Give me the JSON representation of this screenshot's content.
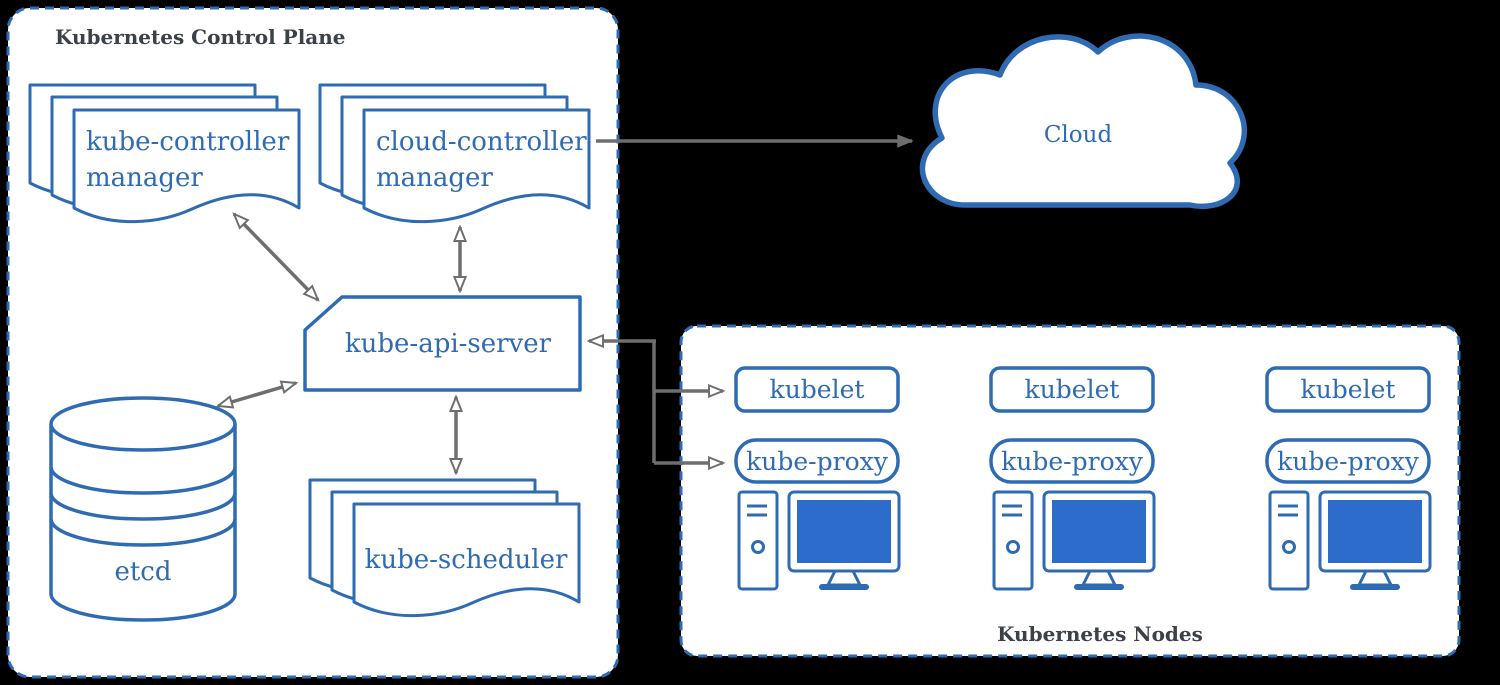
{
  "colors": {
    "diagram_blue": "#2f6bb3",
    "screen_fill_blue": "#2e6ccb",
    "arrow_gray": "#6e6e6e",
    "title_dark": "#3c4048",
    "background": "#000000",
    "shape_fill": "#ffffff"
  },
  "control_plane": {
    "title": "Kubernetes Control Plane",
    "kube_controller_manager": {
      "line1": "kube-controller",
      "line2": "manager"
    },
    "cloud_controller_manager": {
      "line1": "cloud-controller",
      "line2": "manager"
    },
    "kube_api_server": {
      "label": "kube-api-server"
    },
    "etcd": {
      "label": "etcd"
    },
    "kube_scheduler": {
      "label": "kube-scheduler"
    }
  },
  "cloud": {
    "label": "Cloud"
  },
  "nodes_panel": {
    "title": "Kubernetes Nodes",
    "nodes": [
      {
        "kubelet": "kubelet",
        "kube_proxy": "kube-proxy"
      },
      {
        "kubelet": "kubelet",
        "kube_proxy": "kube-proxy"
      },
      {
        "kubelet": "kubelet",
        "kube_proxy": "kube-proxy"
      }
    ]
  },
  "connections": [
    {
      "from": "cloud-controller-manager",
      "to": "Cloud",
      "style": "one-way"
    },
    {
      "from": "kube-controller-manager",
      "to": "kube-api-server",
      "style": "two-way"
    },
    {
      "from": "cloud-controller-manager",
      "to": "kube-api-server",
      "style": "two-way"
    },
    {
      "from": "etcd",
      "to": "kube-api-server",
      "style": "two-way"
    },
    {
      "from": "kube-scheduler",
      "to": "kube-api-server",
      "style": "two-way"
    },
    {
      "from": "kube-api-server",
      "to": "kubelet (node 1)",
      "style": "branch"
    },
    {
      "from": "kube-api-server",
      "to": "kube-proxy (node 1)",
      "style": "branch"
    }
  ]
}
